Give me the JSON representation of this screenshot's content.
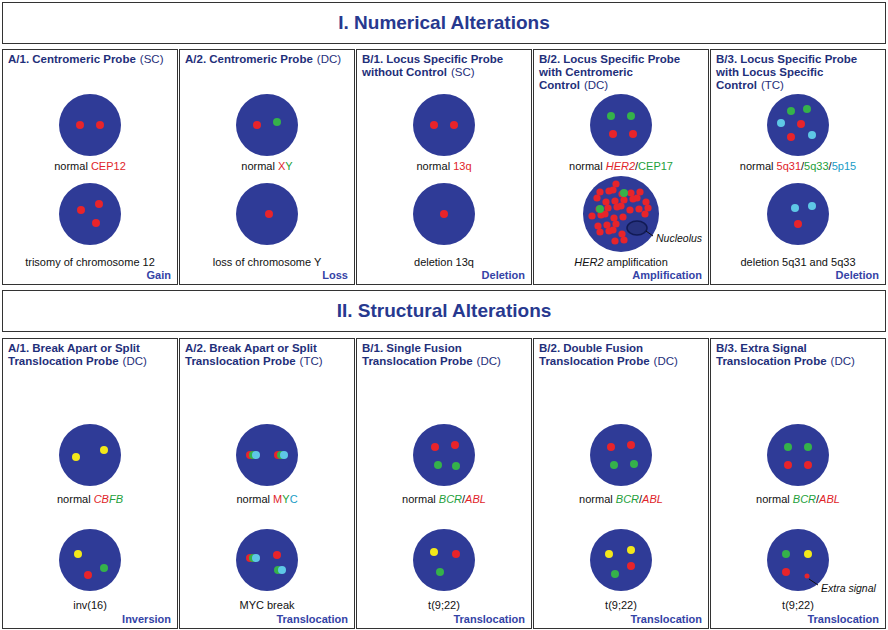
{
  "diagram": {
    "nodes": [
      {
        "text": [
          "I. Numerical Alterations"
        ]
      },
      {
        "text": [
          "A/1. Centromeric Probe",
          "(SC)",
          "normal CEP12",
          "trisomy of chromosome 12",
          "Gain"
        ]
      },
      {
        "text": [
          "A/2. Centromeric Probe",
          "(DC)",
          "normal XY",
          "loss of chromosome Y",
          "Loss"
        ]
      },
      {
        "text": [
          "B/1. Locus Specific Probe without Control",
          "(SC)",
          "normal 13q",
          "deletion 13q",
          "Deletion"
        ]
      },
      {
        "text": [
          "B/2. Locus Specific Probe with Centromeric Control",
          "(DC)",
          "normal HER2/CEP17",
          "HER2 amplification",
          "Amplification"
        ]
      },
      {
        "text": [
          "B/3. Locus Specific Probe with Locus Specific Control",
          "(TC)",
          "normal 5q31/5q33/5p15",
          "deletion 5q31 and 5q33",
          "Deletion"
        ]
      },
      {
        "text": [
          "II. Structural Alterations"
        ]
      },
      {
        "text": [
          "A/1. Break Apart or Split Translocation Probe",
          "(DC)",
          "normal CBFB",
          "inv(16)",
          "Inversion"
        ]
      },
      {
        "text": [
          "A/2. Break Apart or Split Translocation Probe",
          "(TC)",
          "normal MYC",
          "MYC break",
          "Translocation"
        ]
      },
      {
        "text": [
          "B/1. Single Fusion Translocation Probe",
          "(DC)",
          "normal BCR/ABL",
          "t(9;22)",
          "Translocation"
        ]
      },
      {
        "text": [
          "B/2. Double Fusion Translocation Probe",
          "(DC)",
          "normal BCR/ABL",
          "t(9;22)",
          "Translocation"
        ]
      },
      {
        "text": [
          "B/3. Extra Signal Translocation Probe",
          "(DC)",
          "normal BCR/ABL",
          "t(9;22)",
          "Translocation"
        ]
      }
    ],
    "labels": [
      "Nucleolus",
      "Extra signal"
    ]
  }
}
